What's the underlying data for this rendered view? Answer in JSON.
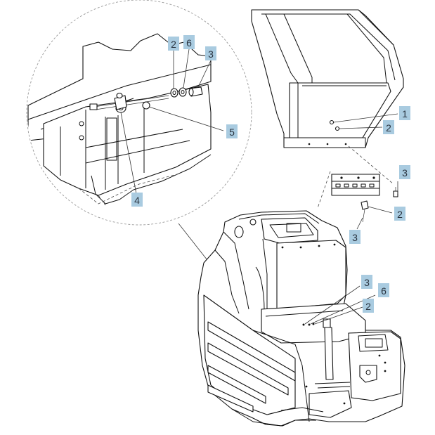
{
  "callouts": [
    {
      "id": "c1",
      "label": "2"
    },
    {
      "id": "c2",
      "label": "6"
    },
    {
      "id": "c3",
      "label": "3"
    },
    {
      "id": "c4",
      "label": "5"
    },
    {
      "id": "c5",
      "label": "4"
    },
    {
      "id": "c6",
      "label": "1"
    },
    {
      "id": "c7",
      "label": "2"
    },
    {
      "id": "c8",
      "label": "3"
    },
    {
      "id": "c9",
      "label": "2"
    },
    {
      "id": "c10",
      "label": "3"
    },
    {
      "id": "c11",
      "label": "3"
    },
    {
      "id": "c12",
      "label": "6"
    },
    {
      "id": "c13",
      "label": "2"
    }
  ]
}
